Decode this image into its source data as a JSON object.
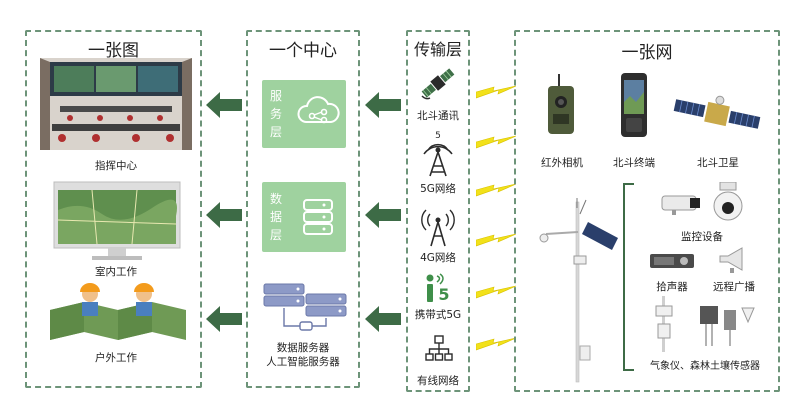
{
  "left": {
    "title": "一张图",
    "items": [
      {
        "label": "指挥中心"
      },
      {
        "label": "室内工作"
      },
      {
        "label": "户外工作"
      }
    ]
  },
  "center": {
    "title": "一个中心",
    "service_chars": [
      "服",
      "务",
      "层"
    ],
    "data_chars": [
      "数",
      "据",
      "层"
    ],
    "server_label_1": "数据服务器",
    "server_label_2": "人工智能服务器"
  },
  "transport": {
    "title": "传输层",
    "items": [
      {
        "label": "北斗通讯",
        "icon": "satellite-icon"
      },
      {
        "label": "5G网络",
        "icon": "5g-tower-icon",
        "badge": "5"
      },
      {
        "label": "4G网络",
        "icon": "4g-tower-icon"
      },
      {
        "label": "携带式5G",
        "icon": "portable-5g-icon",
        "badge": "5"
      },
      {
        "label": "有线网络",
        "icon": "wired-network-icon"
      }
    ]
  },
  "right": {
    "title": "一张网",
    "devices": [
      {
        "label": "红外相机"
      },
      {
        "label": "北斗终端"
      },
      {
        "label": "北斗卫星"
      },
      {
        "label": "监控设备"
      },
      {
        "label": "拾声器"
      },
      {
        "label": "远程广播"
      },
      {
        "label": "气象仪、森林土壤传感器"
      }
    ]
  },
  "colors": {
    "panel_border": "#6d9479",
    "arrow": "#3d6b46",
    "layer_box": "#9fd29f",
    "bolt": "#f2e11a"
  }
}
